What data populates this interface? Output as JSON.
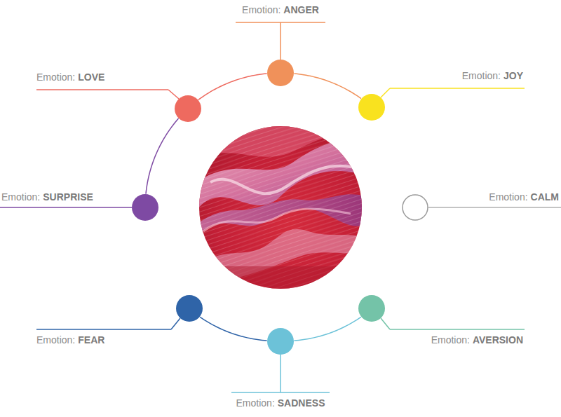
{
  "diagram": {
    "nodes": [
      {
        "text": [
          "Emotion:",
          "ANGER"
        ]
      },
      {
        "text": [
          "Emotion:",
          "LOVE"
        ]
      },
      {
        "text": [
          "Emotion:",
          "JOY"
        ]
      },
      {
        "text": [
          "Emotion:",
          "SURPRISE"
        ]
      },
      {
        "text": [
          "Emotion:",
          "CALM"
        ]
      },
      {
        "text": [
          "Emotion:",
          "FEAR"
        ]
      },
      {
        "text": [
          "Emotion:",
          "SADNESS"
        ]
      },
      {
        "text": [
          "Emotion:",
          "AVERSION"
        ]
      }
    ],
    "edges": [
      {
        "from": 1,
        "to": 0,
        "arrow": "none"
      },
      {
        "from": 0,
        "to": 2,
        "arrow": "none"
      },
      {
        "from": 3,
        "to": 1,
        "arrow": "none"
      },
      {
        "from": 5,
        "to": 6,
        "arrow": "none"
      },
      {
        "from": 6,
        "to": 7,
        "arrow": "none"
      }
    ]
  }
}
